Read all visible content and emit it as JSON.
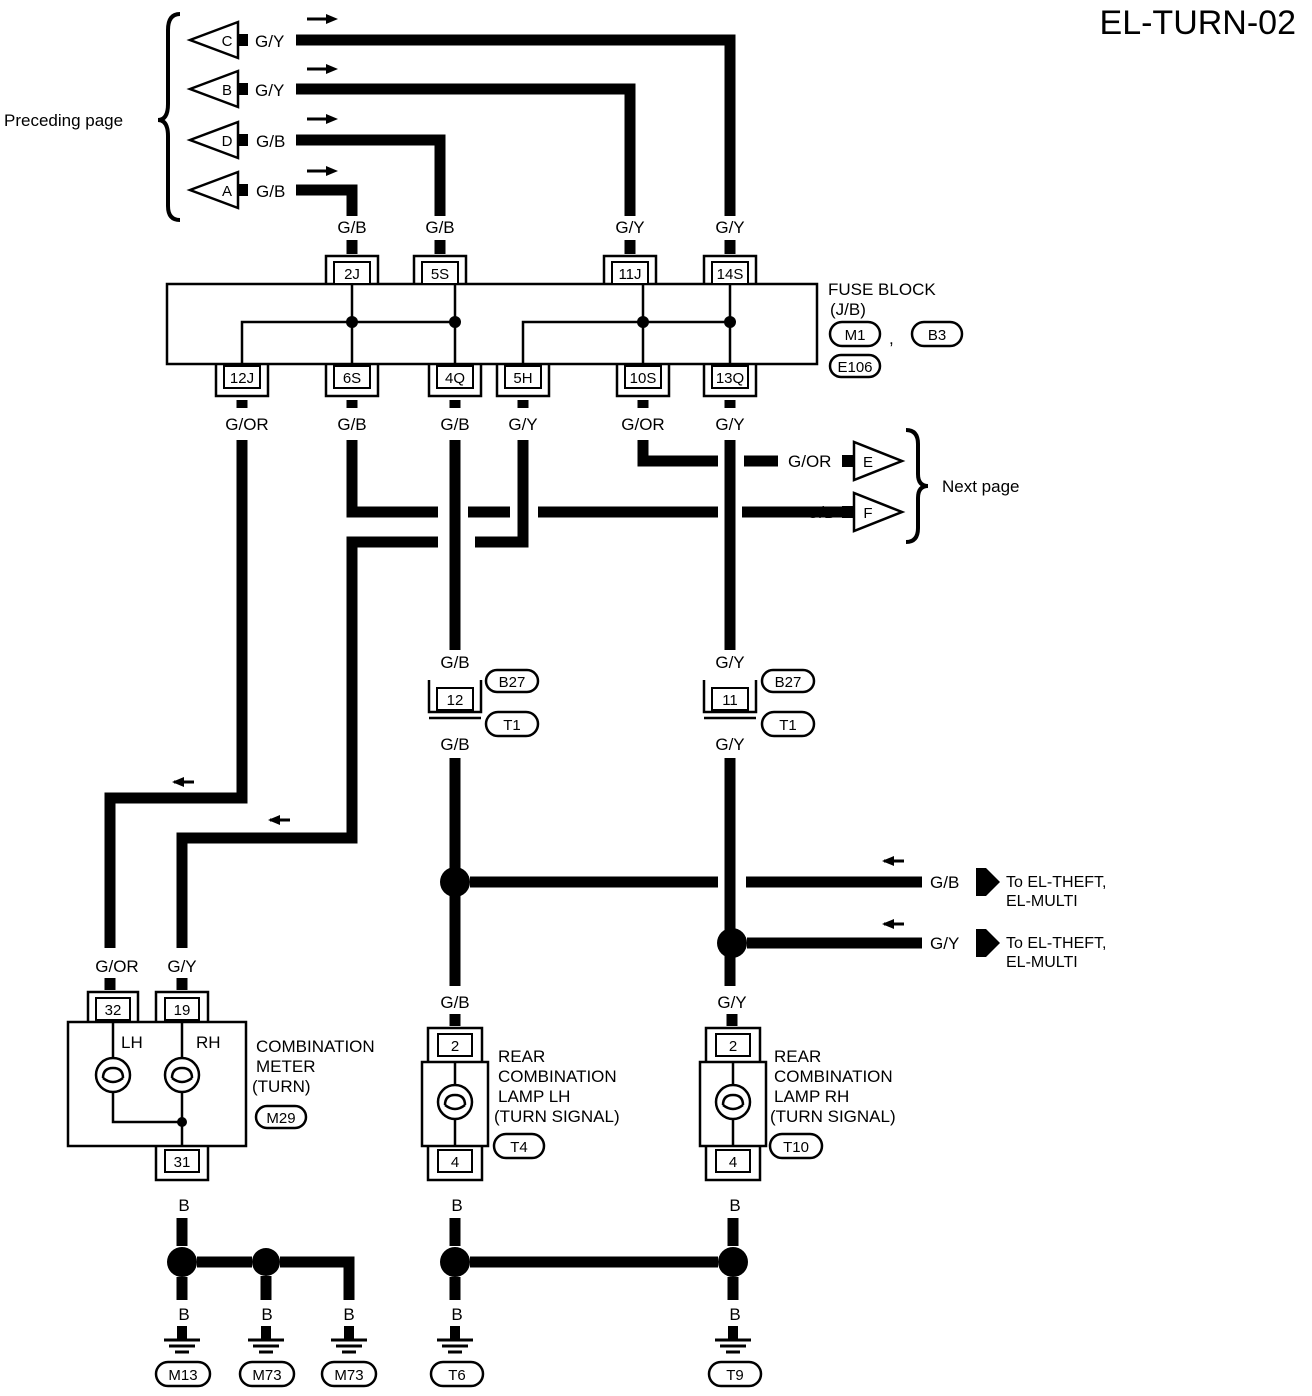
{
  "page_id": "EL-TURN-02",
  "preceding_page_label": "Preceding page",
  "next_page_label": "Next page",
  "inputs": [
    {
      "letter": "C",
      "color": "G/Y"
    },
    {
      "letter": "B",
      "color": "G/Y"
    },
    {
      "letter": "D",
      "color": "G/B"
    },
    {
      "letter": "A",
      "color": "G/B"
    }
  ],
  "outputs": [
    {
      "letter": "E",
      "color": "G/OR"
    },
    {
      "letter": "F",
      "color": "G/B"
    }
  ],
  "fuse_block": {
    "title": "FUSE BLOCK",
    "subtitle": "(J/B)",
    "connectors": [
      "M1",
      "B3",
      "E106"
    ],
    "separator": ",",
    "top_pins": [
      "2J",
      "5S",
      "11J",
      "14S"
    ],
    "top_colors": [
      "G/B",
      "G/B",
      "G/Y",
      "G/Y"
    ],
    "bottom_pins": [
      "12J",
      "6S",
      "4Q",
      "5H",
      "10S",
      "13Q"
    ],
    "bottom_colors": [
      "G/OR",
      "G/B",
      "G/B",
      "G/Y",
      "G/OR",
      "G/Y"
    ]
  },
  "joint_left": {
    "pin": "12",
    "color_in": "G/B",
    "color_out": "G/B",
    "conn_a": "B27",
    "conn_b": "T1"
  },
  "joint_right": {
    "pin": "11",
    "color_in": "G/Y",
    "color_out": "G/Y",
    "conn_a": "B27",
    "conn_b": "T1"
  },
  "branches": [
    {
      "color": "G/B",
      "dest_line1": "To EL-THEFT,",
      "dest_line2": "EL-MULTI"
    },
    {
      "color": "G/Y",
      "dest_line1": "To EL-THEFT,",
      "dest_line2": "EL-MULTI"
    }
  ],
  "meter": {
    "name_lines": [
      "COMBINATION",
      "METER",
      "(TURN)"
    ],
    "connector": "M29",
    "pins_top": [
      "32",
      "19"
    ],
    "colors_top": [
      "G/OR",
      "G/Y"
    ],
    "lamp_labels": [
      "LH",
      "RH"
    ],
    "pin_bottom": "31"
  },
  "lamp_lh": {
    "name_lines": [
      "REAR",
      "COMBINATION",
      "LAMP LH",
      "(TURN SIGNAL)"
    ],
    "connector": "T4",
    "pin_top": "2",
    "pin_bottom": "4",
    "color": "G/B"
  },
  "lamp_rh": {
    "name_lines": [
      "REAR",
      "COMBINATION",
      "LAMP RH",
      "(TURN SIGNAL)"
    ],
    "connector": "T10",
    "pin_top": "2",
    "pin_bottom": "4",
    "color": "G/Y"
  },
  "ground_color": "B",
  "grounds": [
    "M13",
    "M73",
    "M73",
    "T6",
    "T9"
  ]
}
